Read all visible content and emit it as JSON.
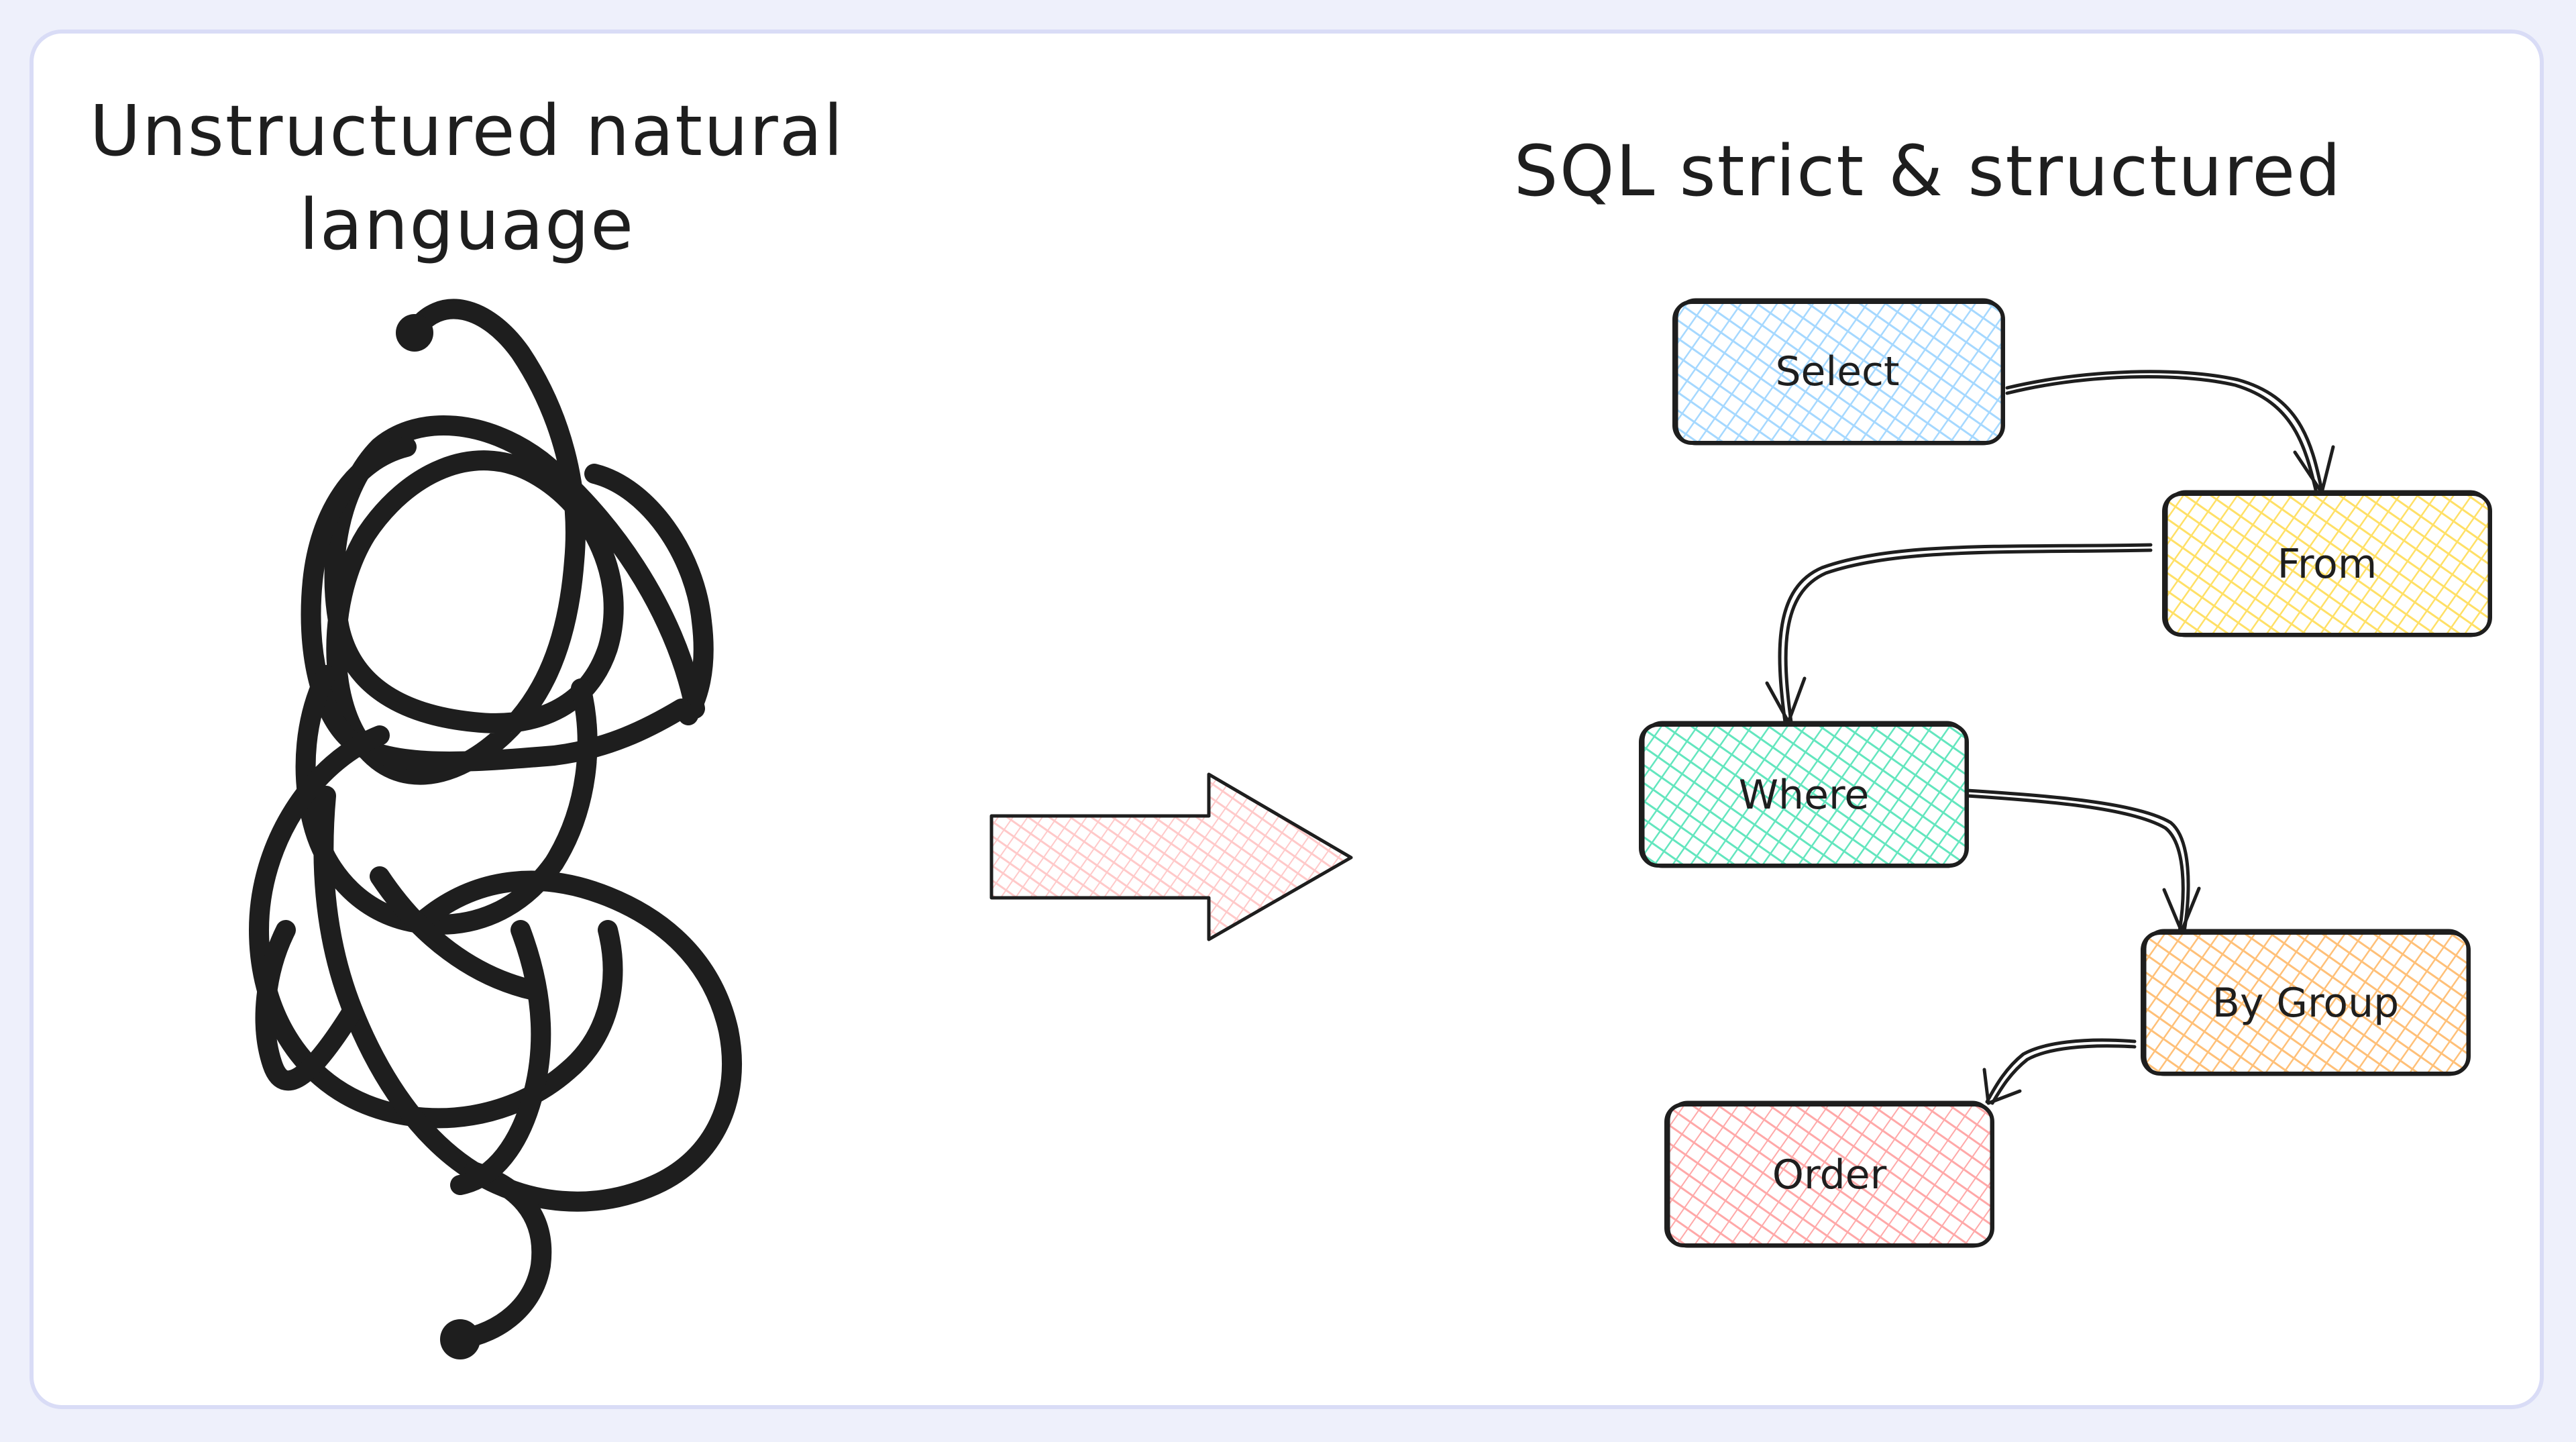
{
  "left": {
    "title_line1": "Unstructured natural",
    "title_line2": "language"
  },
  "right": {
    "title": "SQL strict & structured"
  },
  "nodes": {
    "select": {
      "label": "Select",
      "color": "#a5d8ff"
    },
    "from": {
      "label": "From",
      "color": "#ffec99"
    },
    "where": {
      "label": "Where",
      "color": "#96f2d7"
    },
    "bygroup": {
      "label": "By Group",
      "color": "#ffd8a8"
    },
    "order": {
      "label": "Order",
      "color": "#ffc9c9"
    }
  },
  "arrow_color": "#ffc9c9",
  "stroke_color": "#1e1e1e"
}
